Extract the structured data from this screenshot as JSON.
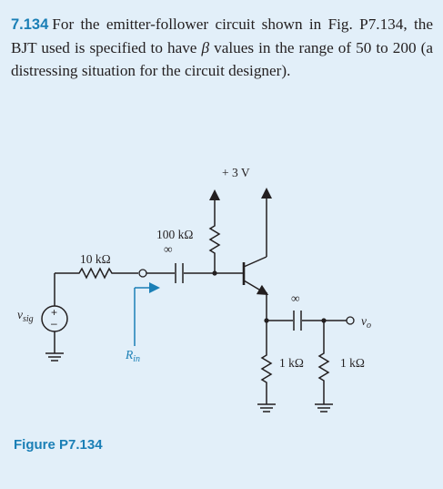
{
  "problem": {
    "number": "7.134",
    "text_1": "For the emitter-follower circuit shown in Fig. P7.134, the BJT used is specified to have ",
    "beta": "β",
    "text_2": " values in the range of 50 to 200 (a distressing situation for the circuit designer)."
  },
  "figure": {
    "caption": "Figure P7.134",
    "supply_label": "+ 3 V",
    "rb_label": "100 kΩ",
    "rsig_label": "10 kΩ",
    "infinity_in": "∞",
    "infinity_out": "∞",
    "vsig_main": "v",
    "vsig_sub": "sig",
    "source_plus": "+",
    "source_minus": "–",
    "rin_main": "R",
    "rin_sub": "in",
    "re_label": "1 kΩ",
    "rl_label": "1 kΩ",
    "vo_main": "v",
    "vo_sub": "o"
  },
  "colors": {
    "accent": "#1a7fb6",
    "background": "#e2eff9",
    "ink": "#231f20"
  }
}
